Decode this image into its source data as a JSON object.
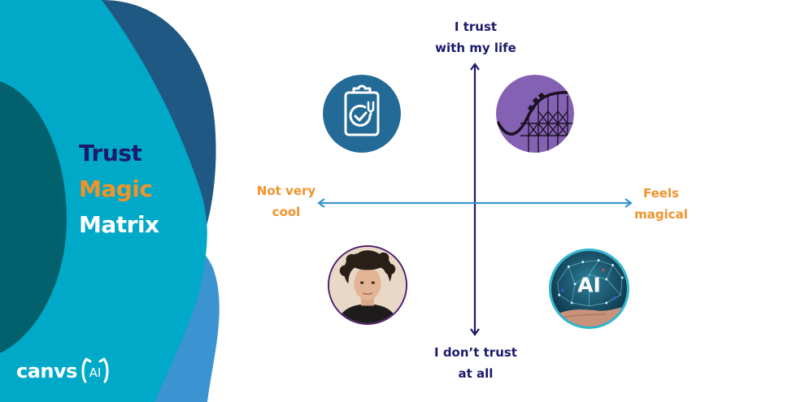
{
  "title": {
    "line1": "Trust",
    "line2": "Magic",
    "line3": "Matrix"
  },
  "brand": {
    "word": "canvs",
    "mark": "AI"
  },
  "axes": {
    "top": [
      "I trust",
      "with my life"
    ],
    "bottom": [
      "I don’t trust",
      "at all"
    ],
    "left": [
      "Not very",
      "cool"
    ],
    "right": [
      "Feels",
      "magical"
    ]
  },
  "quadrants": {
    "top_left": {
      "icon": "clipboard-stethoscope-icon",
      "meaning": "trusted, not magical"
    },
    "top_right": {
      "icon": "roller-coaster-icon",
      "meaning": "trusted, magical"
    },
    "bottom_left": {
      "icon": "person-portrait",
      "meaning": "not trusted, not magical"
    },
    "bottom_right": {
      "icon": "ai-brain-hand-icon",
      "label": "AI",
      "meaning": "not trusted, magical"
    }
  },
  "colors": {
    "navy": "#1c1a6b",
    "orange": "#f1922a",
    "teal": "#00a9c8",
    "dark_teal": "#02616d",
    "steel_blue": "#1e5883",
    "light_blue": "#3b94d1",
    "clipboard_bg": "#236a96",
    "coaster_bg": "#8561b4",
    "axis_h": "#3b94d1",
    "axis_v": "#1c1a6b"
  }
}
